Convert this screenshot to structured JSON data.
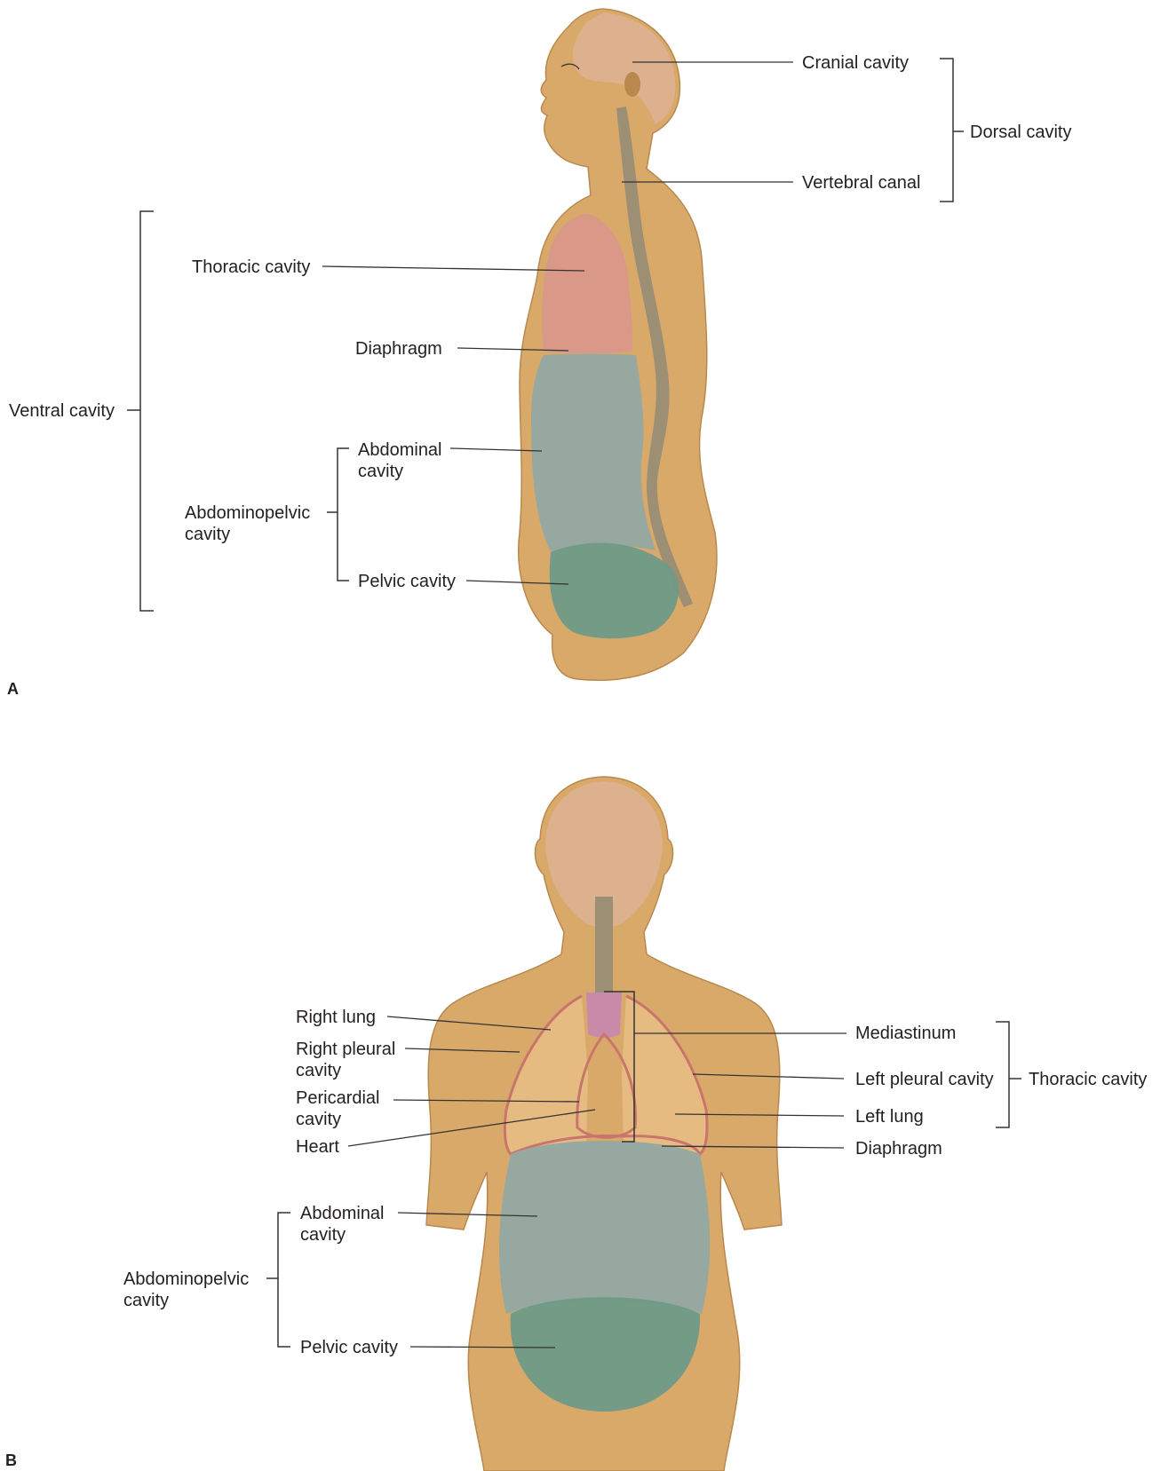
{
  "panels": {
    "a": {
      "letter": "A",
      "labels": {
        "cranial": "Cranial cavity",
        "vertebral": "Vertebral canal",
        "dorsal": "Dorsal cavity",
        "thoracic": "Thoracic cavity",
        "diaphragm": "Diaphragm",
        "ventral": "Ventral cavity",
        "abdominal_1": "Abdominal",
        "abdominal_2": "cavity",
        "abdominopelvic_1": "Abdominopelvic",
        "abdominopelvic_2": "cavity",
        "pelvic": "Pelvic cavity"
      }
    },
    "b": {
      "letter": "B",
      "labels": {
        "right_lung": "Right lung",
        "right_pleural_1": "Right pleural",
        "right_pleural_2": "cavity",
        "pericardial_1": "Pericardial",
        "pericardial_2": "cavity",
        "heart": "Heart",
        "mediastinum": "Mediastinum",
        "left_pleural": "Left pleural cavity",
        "left_lung": "Left lung",
        "diaphragm": "Diaphragm",
        "thoracic": "Thoracic cavity",
        "abdominal_1": "Abdominal",
        "abdominal_2": "cavity",
        "abdominopelvic_1": "Abdominopelvic",
        "abdominopelvic_2": "cavity",
        "pelvic": "Pelvic cavity"
      }
    }
  },
  "colors": {
    "skin": "#d9a96a",
    "skin_light": "#e6bc85",
    "skin_shadow": "#b9884d",
    "head": "#ddb08e",
    "spine": "#9c8f74",
    "thoracic": "#d9978a",
    "abdominal": "#93a8a3",
    "pelvic": "#6e9a88",
    "mediastinum": "#c98aa9",
    "pleura": "#c9756c"
  }
}
